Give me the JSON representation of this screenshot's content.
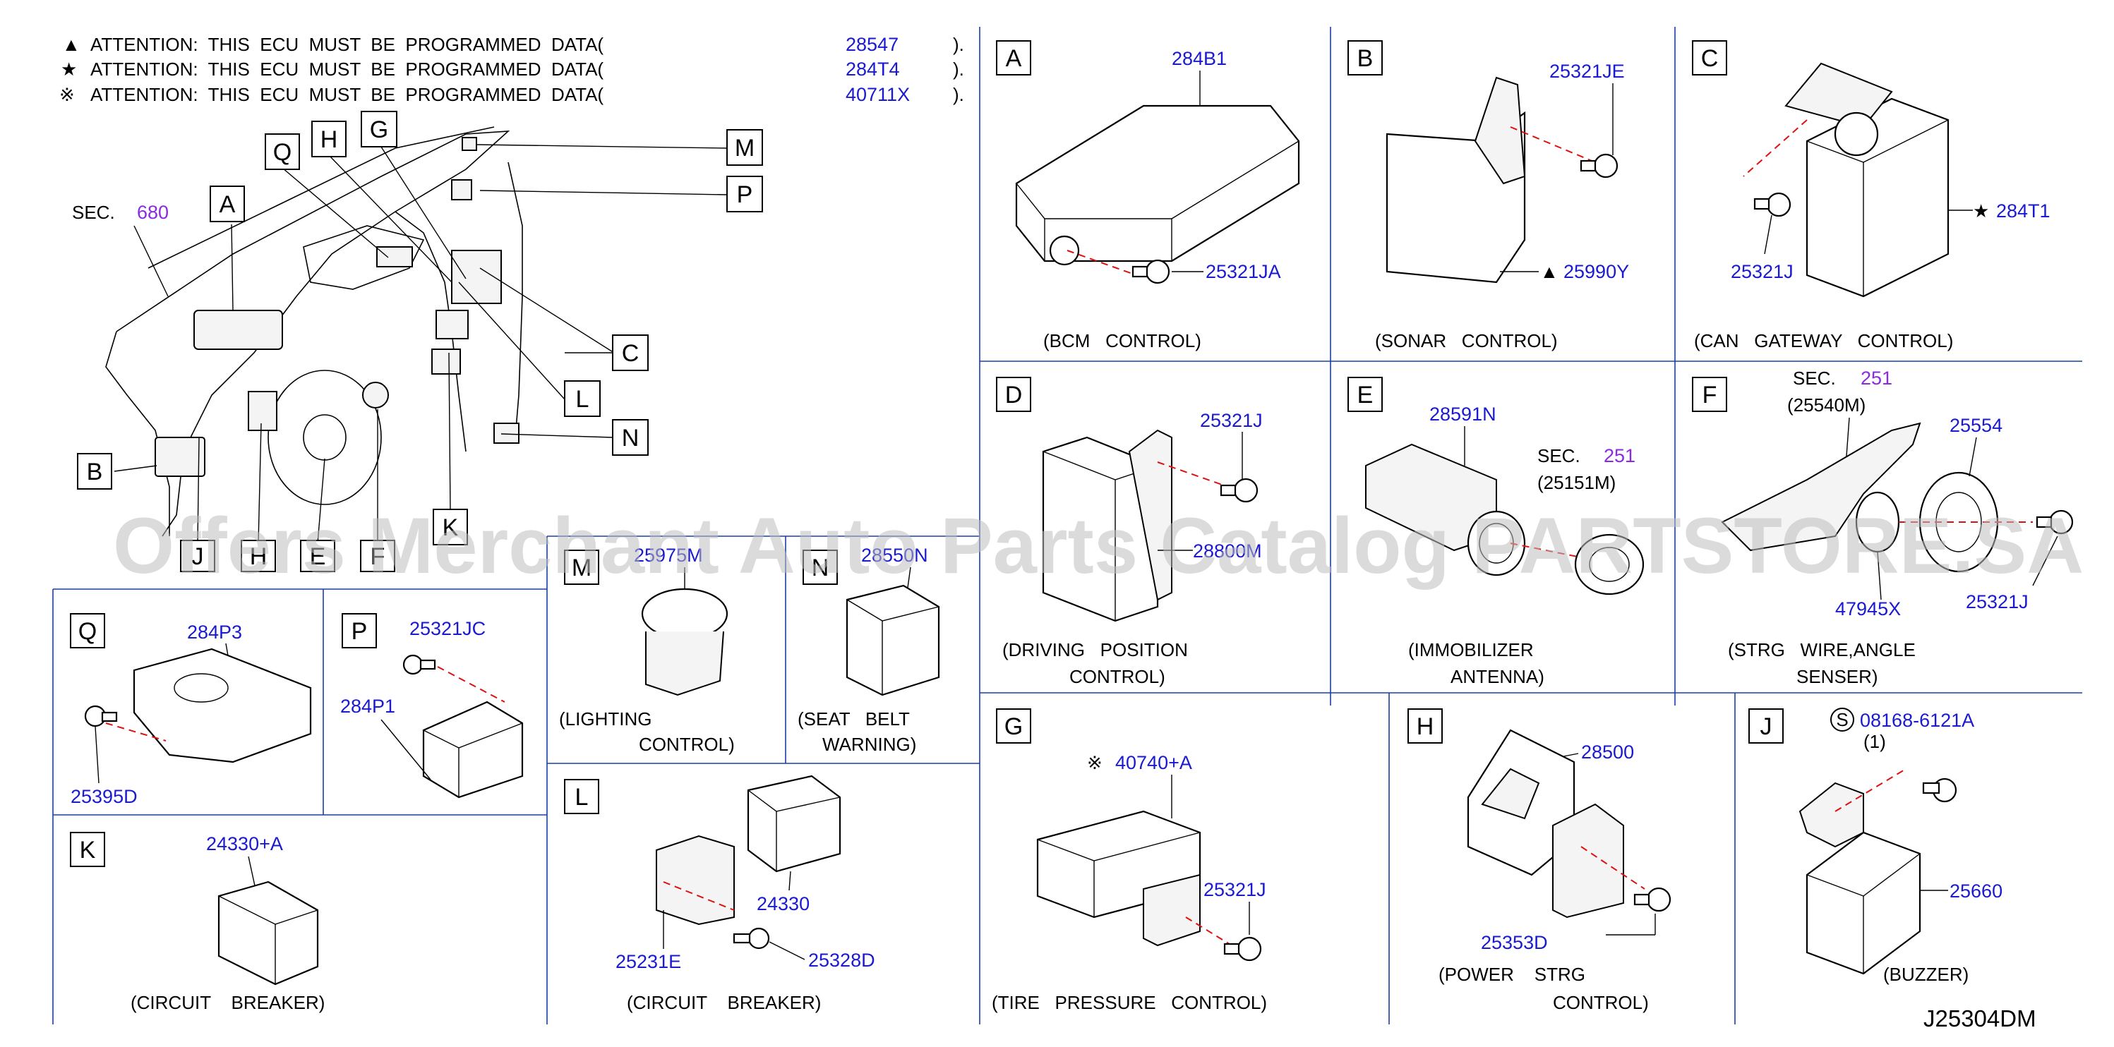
{
  "attention": [
    {
      "symbol": "▲",
      "text": "ATTENTION:  THIS  ECU  MUST  BE  PROGRAMMED  DATA(",
      "code": "28547",
      "close": ")."
    },
    {
      "symbol": "★",
      "text": "ATTENTION:  THIS  ECU  MUST  BE  PROGRAMMED  DATA(",
      "code": "284T4",
      "close": ")."
    },
    {
      "symbol": "※",
      "text": "ATTENTION:  THIS  ECU  MUST  BE  PROGRAMMED  DATA(",
      "code": "40711X",
      "close": ")."
    }
  ],
  "overview": {
    "sec_label": "SEC.",
    "sec_number": "680",
    "callouts": [
      "A",
      "B",
      "C",
      "E",
      "F",
      "H",
      "J",
      "K",
      "L",
      "M",
      "N",
      "P",
      "Q",
      "G"
    ]
  },
  "panels": {
    "A": {
      "letter": "A",
      "part": "284B1",
      "screw": "25321JA",
      "caption": "(BCM   CONTROL)"
    },
    "B": {
      "letter": "B",
      "screw": "25321JE",
      "part": "25990Y",
      "part_mark": "▲",
      "caption": "(SONAR   CONTROL)"
    },
    "C": {
      "letter": "C",
      "part": "284T1",
      "part_mark": "★",
      "screw": "25321J",
      "caption": "(CAN   GATEWAY   CONTROL)"
    },
    "D": {
      "letter": "D",
      "screw": "25321J",
      "part": "28800M",
      "caption1": "(DRIVING   POSITION",
      "caption2": "CONTROL)"
    },
    "E": {
      "letter": "E",
      "part": "28591N",
      "sec_label": "SEC.",
      "sec_number": "251",
      "sec_ref": "(25151M)",
      "caption1": "(IMMOBILIZER",
      "caption2": "ANTENNA)"
    },
    "F": {
      "letter": "F",
      "sec_label": "SEC.",
      "sec_number": "251",
      "sec_ref": "(25540M)",
      "part": "25554",
      "part2": "47945X",
      "screw": "25321J",
      "caption1": "(STRG   WIRE,ANGLE",
      "caption2": "SENSER)"
    },
    "M": {
      "letter": "M",
      "part": "25975M",
      "caption1": "(LIGHTING",
      "caption2": "CONTROL)"
    },
    "N": {
      "letter": "N",
      "part": "28550N",
      "caption1": "(SEAT   BELT",
      "caption2": "WARNING)"
    },
    "Q": {
      "letter": "Q",
      "part": "284P3",
      "screw": "25395D"
    },
    "P": {
      "letter": "P",
      "screw": "25321JC",
      "part": "284P1"
    },
    "K": {
      "letter": "K",
      "part": "24330+A",
      "caption": "(CIRCUIT    BREAKER)"
    },
    "L": {
      "letter": "L",
      "part": "24330",
      "bracket": "25231E",
      "screw": "25328D",
      "caption": "(CIRCUIT    BREAKER)"
    },
    "G": {
      "letter": "G",
      "part": "40740+A",
      "part_mark": "※",
      "screw": "25321J",
      "caption": "(TIRE   PRESSURE   CONTROL)"
    },
    "H": {
      "letter": "H",
      "part": "28500",
      "screw": "25353D",
      "caption1": "(POWER    STRG",
      "caption2": "CONTROL)"
    },
    "J": {
      "letter": "J",
      "bolt_mark": "S",
      "bolt": "08168-6121A",
      "bolt_qty": "(1)",
      "part": "25660",
      "caption": "(BUZZER)"
    }
  },
  "diagram_code": "J25304DM",
  "watermark": "Offers Merchant Auto Parts Catalog PARTSTORE.SA",
  "colors": {
    "part_number": "#1a1ad0",
    "section_number": "#8a2be2",
    "grid": "#1a3ea8",
    "guide_line": "#e01010"
  }
}
